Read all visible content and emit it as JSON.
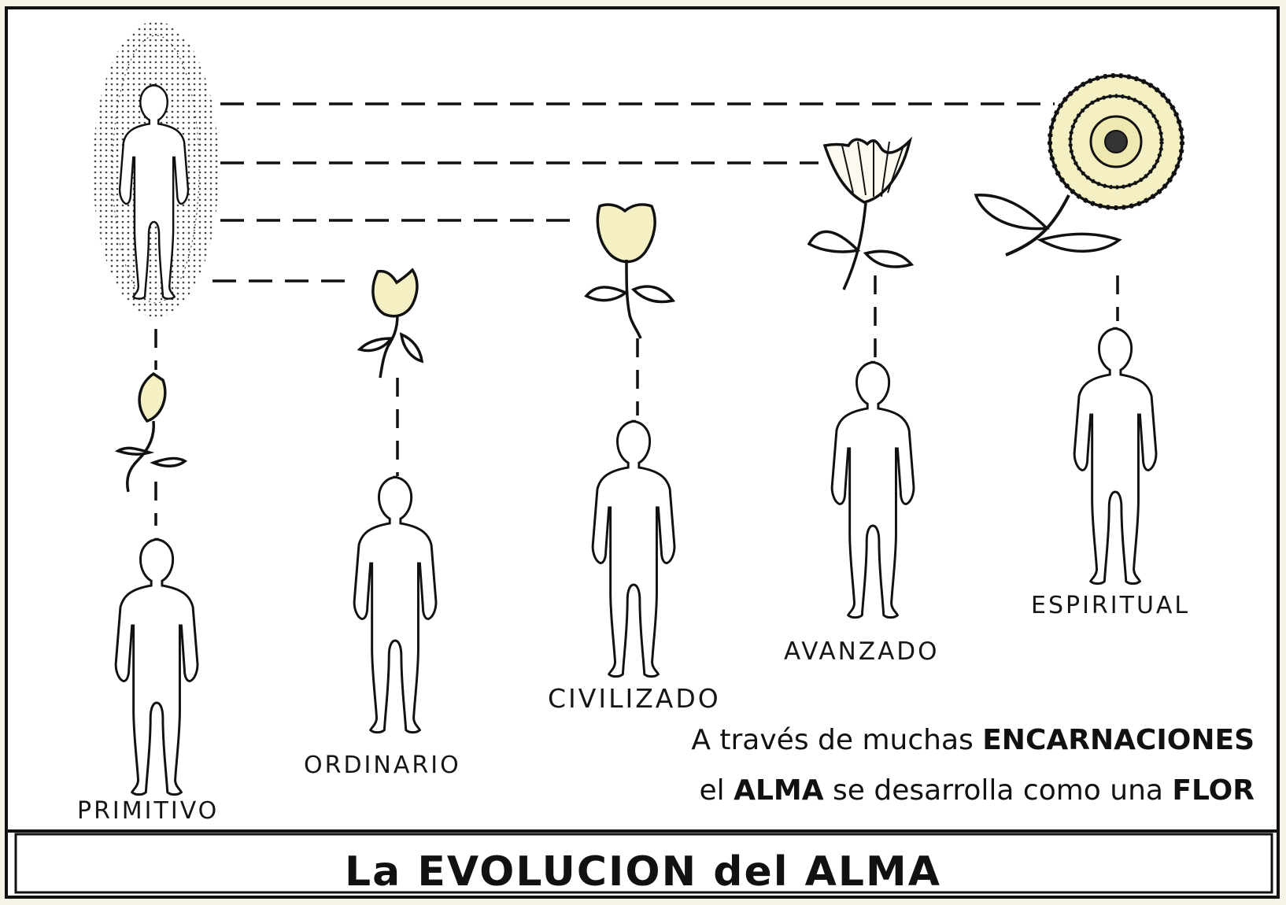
{
  "stages": [
    {
      "label": "PRIMITIVO"
    },
    {
      "label": "ORDINARIO"
    },
    {
      "label": "CIVILIZADO"
    },
    {
      "label": "AVANZADO"
    },
    {
      "label": "ESPIRITUAL"
    }
  ],
  "caption": {
    "line1_prefix": "A través de muchas",
    "line1_emphasis": "ENCARNACIONES",
    "line2_prefix": "el",
    "line2_emphasis_1": "ALMA",
    "line2_middle": "se desarrolla como una",
    "line2_emphasis_2": "FLOR"
  },
  "title": {
    "prefix": "La",
    "emphasis_1": "EVOLUCION",
    "middle": "del",
    "emphasis_2": "ALMA"
  },
  "colors": {
    "ink": "#111111",
    "paper": "#ffffff",
    "background": "#f6f3e8",
    "petal_fill": "#f5f0c4"
  }
}
